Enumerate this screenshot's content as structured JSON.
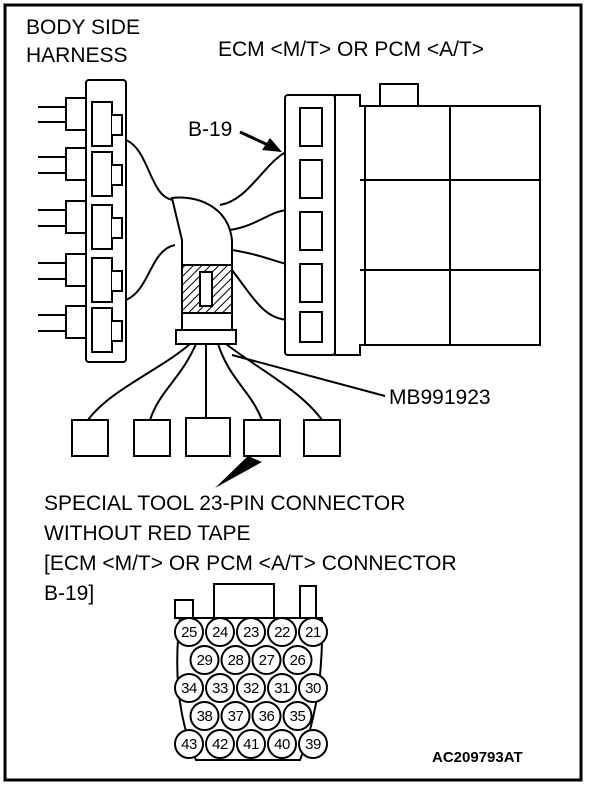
{
  "labels": {
    "body_side_harness_line1": "BODY SIDE",
    "body_side_harness_line2": "HARNESS",
    "ecm_title": "ECM <M/T> OR PCM <A/T>",
    "b19_callout": "B-19",
    "tool_callout": "MB991923",
    "caption_line1": "SPECIAL TOOL 23-PIN CONNECTOR",
    "caption_line2": "WITHOUT RED TAPE",
    "caption_line3": "[ECM <M/T> OR PCM <A/T> CONNECTOR",
    "caption_line4": "B-19]",
    "figure_code": "AC209793AT"
  },
  "connector_pins": {
    "row1": [
      "25",
      "24",
      "23",
      "22",
      "21"
    ],
    "row2": [
      "29",
      "28",
      "27",
      "26"
    ],
    "row3": [
      "34",
      "33",
      "32",
      "31",
      "30"
    ],
    "row4": [
      "38",
      "37",
      "36",
      "35"
    ],
    "row5": [
      "43",
      "42",
      "41",
      "40",
      "39"
    ]
  }
}
